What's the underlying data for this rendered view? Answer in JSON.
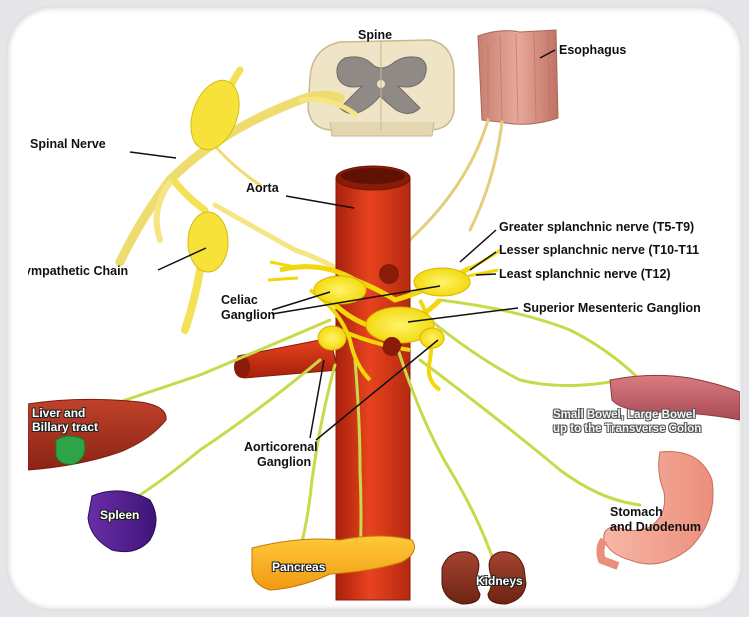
{
  "labels": {
    "spine": "Spine",
    "esophagus": "Esophagus",
    "spinal_nerve": "Spinal Nerve",
    "aorta": "Aorta",
    "sympathetic_chain": "ympathetic Chain",
    "greater_splanchnic": "Greater splanchnic nerve (T5-T9)",
    "lesser_splanchnic": "Lesser splanchnic nerve (T10-T11",
    "least_splanchnic": "Least splanchnic nerve (T12)",
    "celiac_line1": "Celiac",
    "celiac_line2": "Ganglion",
    "superior_mesenteric": "Superior Mesenteric Ganglion",
    "liver_line1": "Liver and",
    "liver_line2": "Billary tract",
    "small_bowel_line1": "Small Bowel, Large Bowel",
    "small_bowel_line2": "up to the Transverse Colon",
    "aorticorenal_line1": "Aorticorenal",
    "aorticorenal_line2": "Ganglion",
    "stomach_line1": "Stomach",
    "stomach_line2": "and Duodenum",
    "spleen": "Spleen",
    "pancreas": "Pancreas",
    "kidneys": "Kidneys"
  }
}
